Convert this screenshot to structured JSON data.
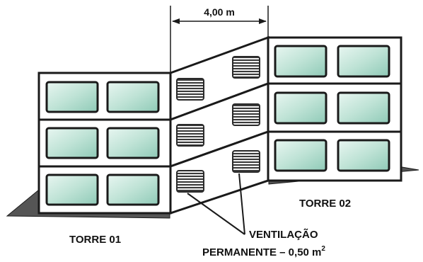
{
  "labels": {
    "dimension": "4,00 m",
    "tower_left": "TORRE 01",
    "tower_right": "TORRE 02",
    "ventilation_line1": "VENTILAÇÃO",
    "ventilation_line2": "PERMANENTE – 0,50 m",
    "ventilation_exponent": "2"
  },
  "colors": {
    "window_fill": "#bfe3d6",
    "vent_fill": "#555555",
    "ground_fill": "#555555",
    "outline": "#1a1a1a"
  }
}
